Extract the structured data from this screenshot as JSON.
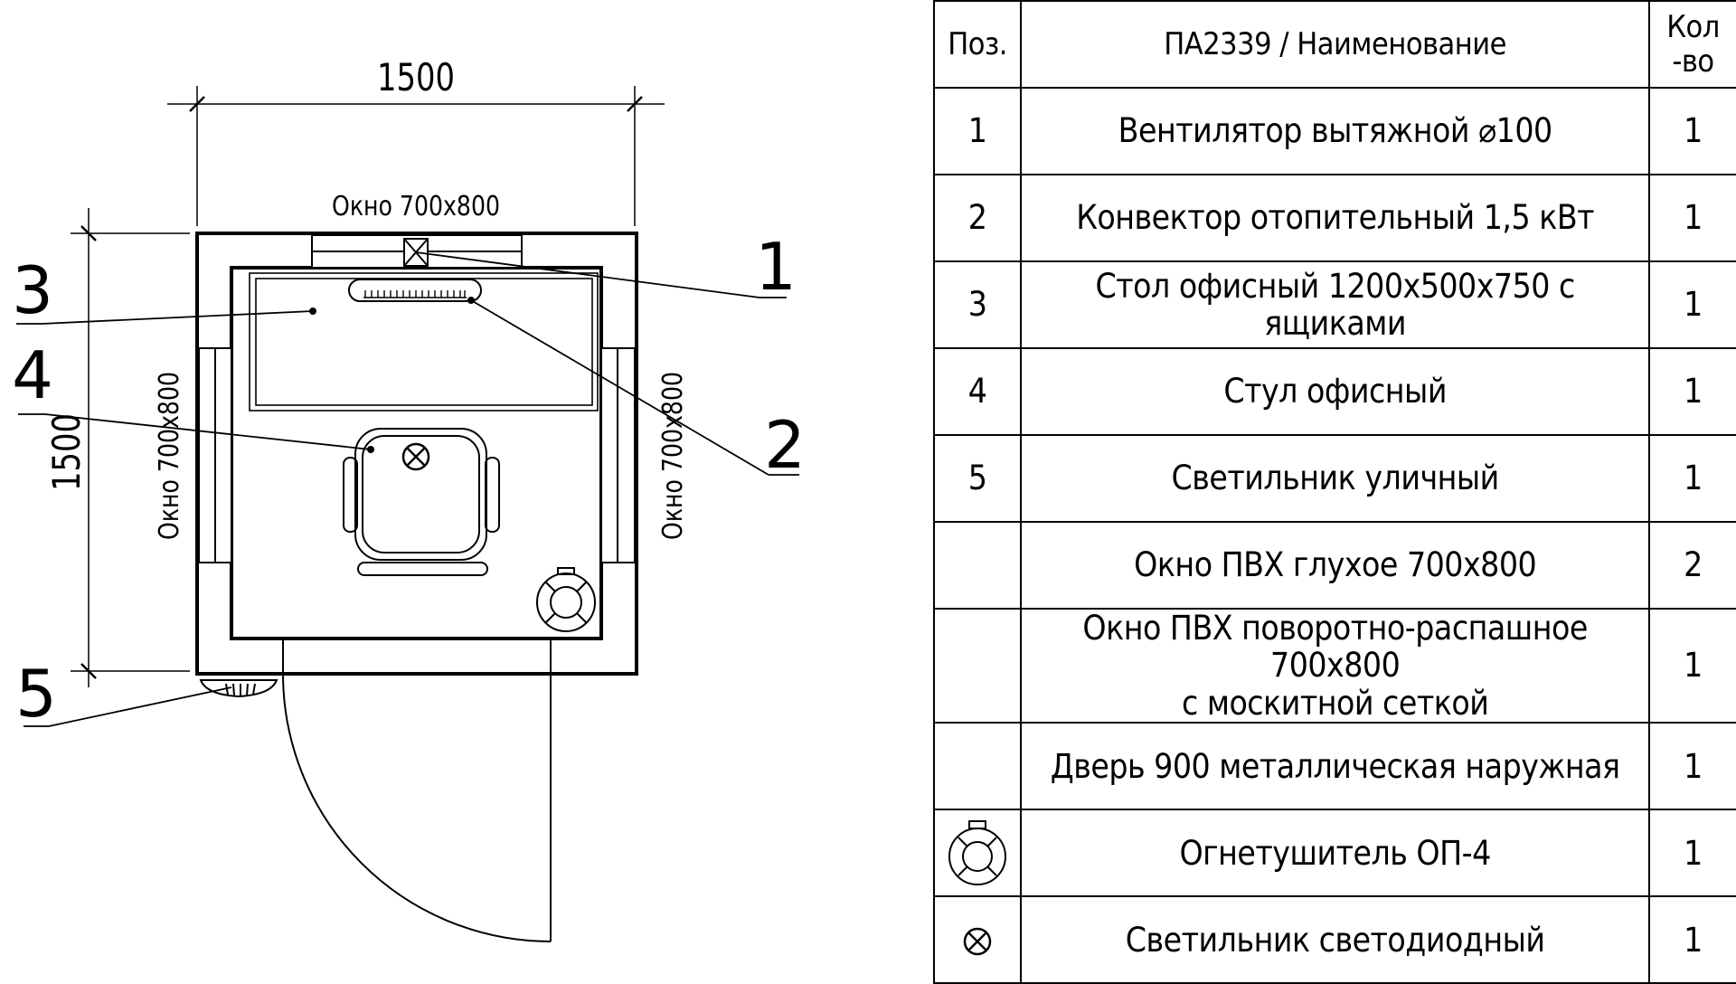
{
  "plan": {
    "dim_width": "1500",
    "dim_height": "1500",
    "window_top_label": "Окно 700х800",
    "window_left_label": "Окно 700х800",
    "window_right_label": "Окно 700х800",
    "callouts": [
      "1",
      "2",
      "3",
      "4",
      "5"
    ]
  },
  "table": {
    "headers": {
      "pos": "Поз.",
      "name": "ПА2339 / Наименование",
      "qty_line1": "Кол",
      "qty_line2": "-во"
    },
    "rows": [
      {
        "pos": "1",
        "name": "Вентилятор вытяжной ⌀100",
        "qty": "1"
      },
      {
        "pos": "2",
        "name": "Конвектор отопительный 1,5 кВт",
        "qty": "1"
      },
      {
        "pos": "3",
        "name": "Стол офисный 1200х500х750 с ящиками",
        "qty": "1"
      },
      {
        "pos": "4",
        "name": "Стул офисный",
        "qty": "1"
      },
      {
        "pos": "5",
        "name": "Светильник уличный",
        "qty": "1"
      },
      {
        "pos": "",
        "name": "Окно ПВХ глухое 700х800",
        "qty": "2"
      },
      {
        "pos": "",
        "name_line1": "Окно ПВХ поворотно-распашное 700х800",
        "name_line2": "с москитной сеткой",
        "qty": "1"
      },
      {
        "pos": "",
        "name": "Дверь 900 металлическая наружная",
        "qty": "1"
      },
      {
        "pos_symbol": "extinguisher-icon",
        "name": "Огнетушитель ОП-4",
        "qty": "1"
      },
      {
        "pos_symbol": "led-light-icon",
        "name": "Светильник светодиодный",
        "qty": "1"
      }
    ]
  }
}
